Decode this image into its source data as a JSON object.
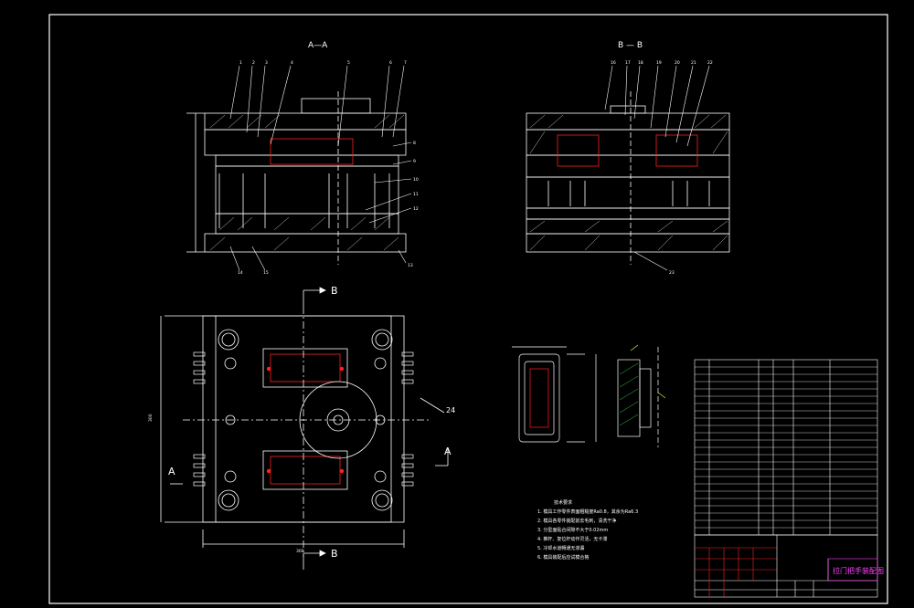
{
  "drawing": {
    "section_aa_label": "A—A",
    "section_bb_label": "B — B",
    "plan_label_b_top": "B",
    "plan_label_b_bottom": "B",
    "plan_label_a_left": "A",
    "plan_label_a_right": "A",
    "callout_24": "24",
    "width_dim": "300",
    "height_dim": "300",
    "title_block_title": "拉门把手装配图"
  },
  "part_callouts_aa": [
    "1",
    "2",
    "3",
    "4",
    "5",
    "6",
    "7",
    "8",
    "9",
    "10",
    "11",
    "12",
    "13",
    "14",
    "15"
  ],
  "part_callouts_bb": [
    "16",
    "17",
    "18",
    "19",
    "20",
    "21",
    "22",
    "23"
  ],
  "tech_notes": {
    "heading": "技术要求",
    "lines": [
      "1. 模具工作零件表面粗糙度Ra0.8，其余为Ra6.3",
      "2. 模具各零件装配前去毛刺，清洗干净",
      "3. 分型面贴合间隙不大于0.02mm",
      "4. 推杆、复位杆动作灵活，无卡滞",
      "5. 冷却水道畅通无渗漏",
      "6. 模具装配后应试模合格"
    ]
  },
  "colors": {
    "line_white": "#ffffff",
    "line_red": "#ff2020",
    "line_yellow": "#e8e830",
    "line_green": "#30d040",
    "line_magenta": "#ff40ff",
    "background": "#000000"
  }
}
